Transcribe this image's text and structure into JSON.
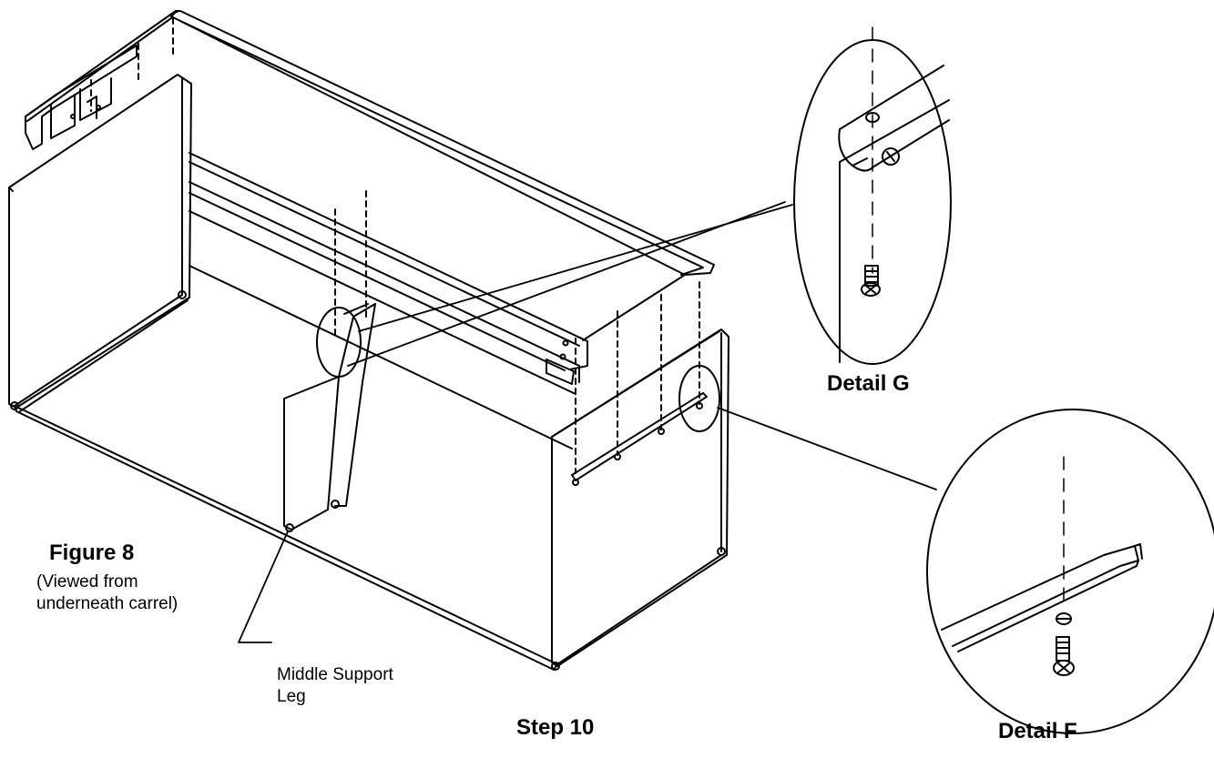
{
  "diagram": {
    "figure_title": "Figure 8",
    "figure_note_line1": "(Viewed from",
    "figure_note_line2": "underneath carrel)",
    "callout_label_line1": "Middle Support",
    "callout_label_line2": "Leg",
    "detail_g_label": "Detail G",
    "detail_f_label": "Detail F",
    "step_label": "Step 10"
  },
  "colors": {
    "ink": "#000000",
    "paper": "#ffffff"
  }
}
